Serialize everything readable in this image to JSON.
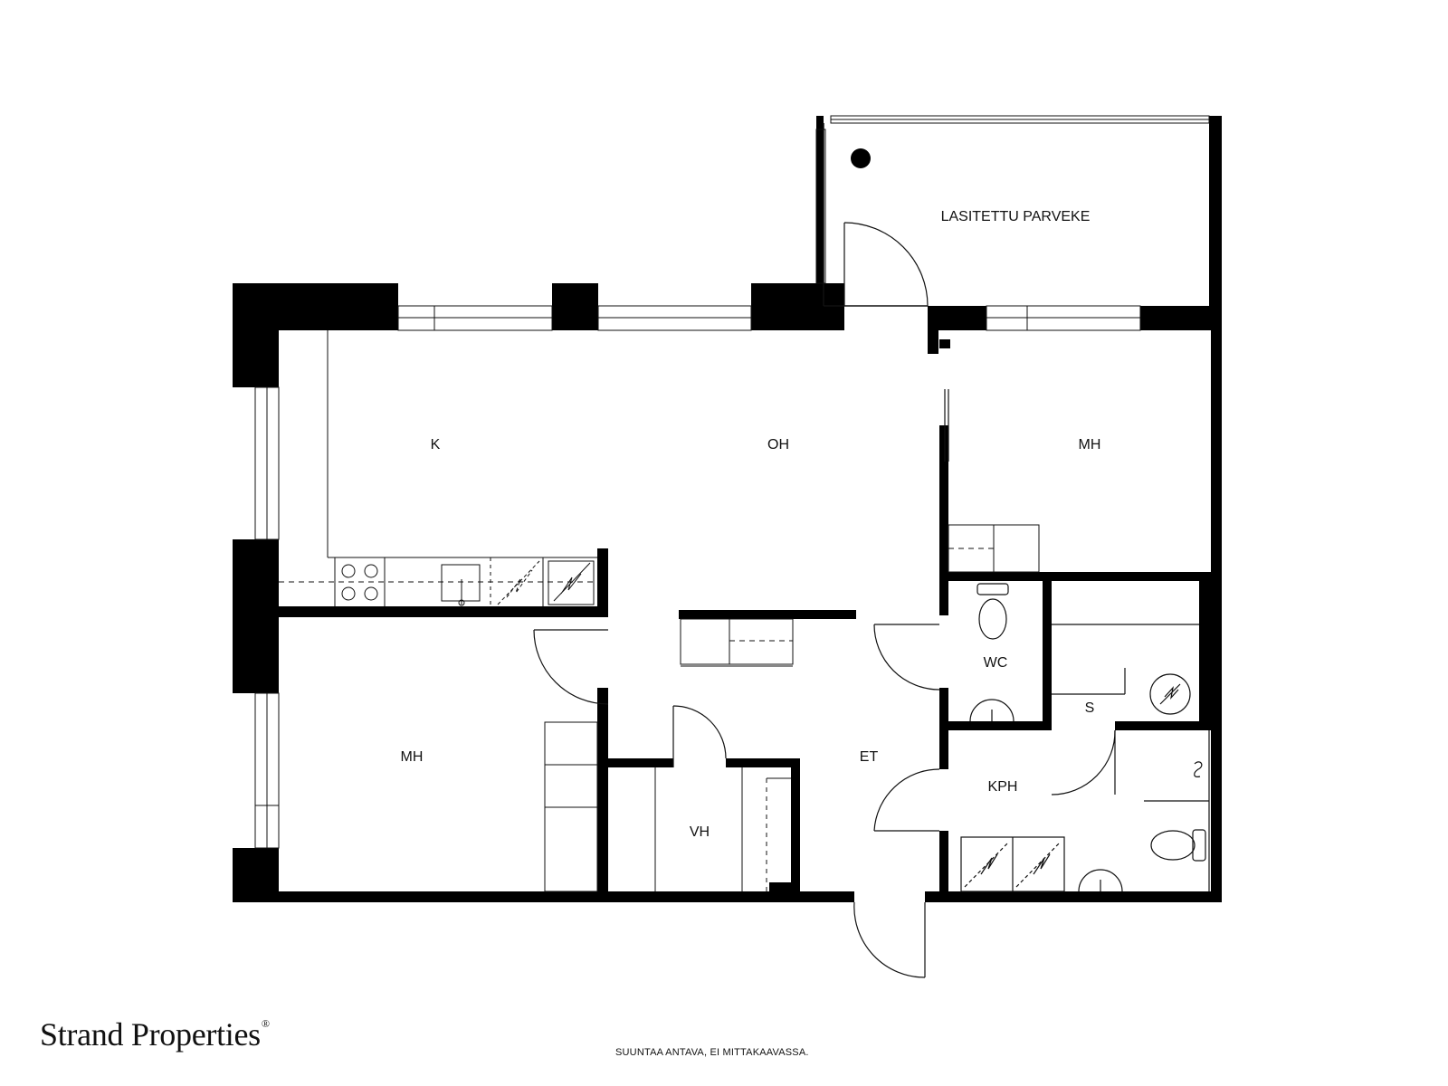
{
  "rooms": {
    "balcony": "LASITETTU PARVEKE",
    "kitchen": "K",
    "living": "OH",
    "bedroom_right": "MH",
    "bedroom_left": "MH",
    "wc": "WC",
    "storage": "S",
    "bathroom": "KPH",
    "entrance": "ET",
    "closet": "VH"
  },
  "footer": {
    "brand": "Strand Properties",
    "brand_mark": "®",
    "disclaimer": "SUUNTAA ANTAVA, EI MITTAKAAVASSA."
  },
  "colors": {
    "wall": "#000000",
    "line": "#111111",
    "background": "#ffffff"
  }
}
